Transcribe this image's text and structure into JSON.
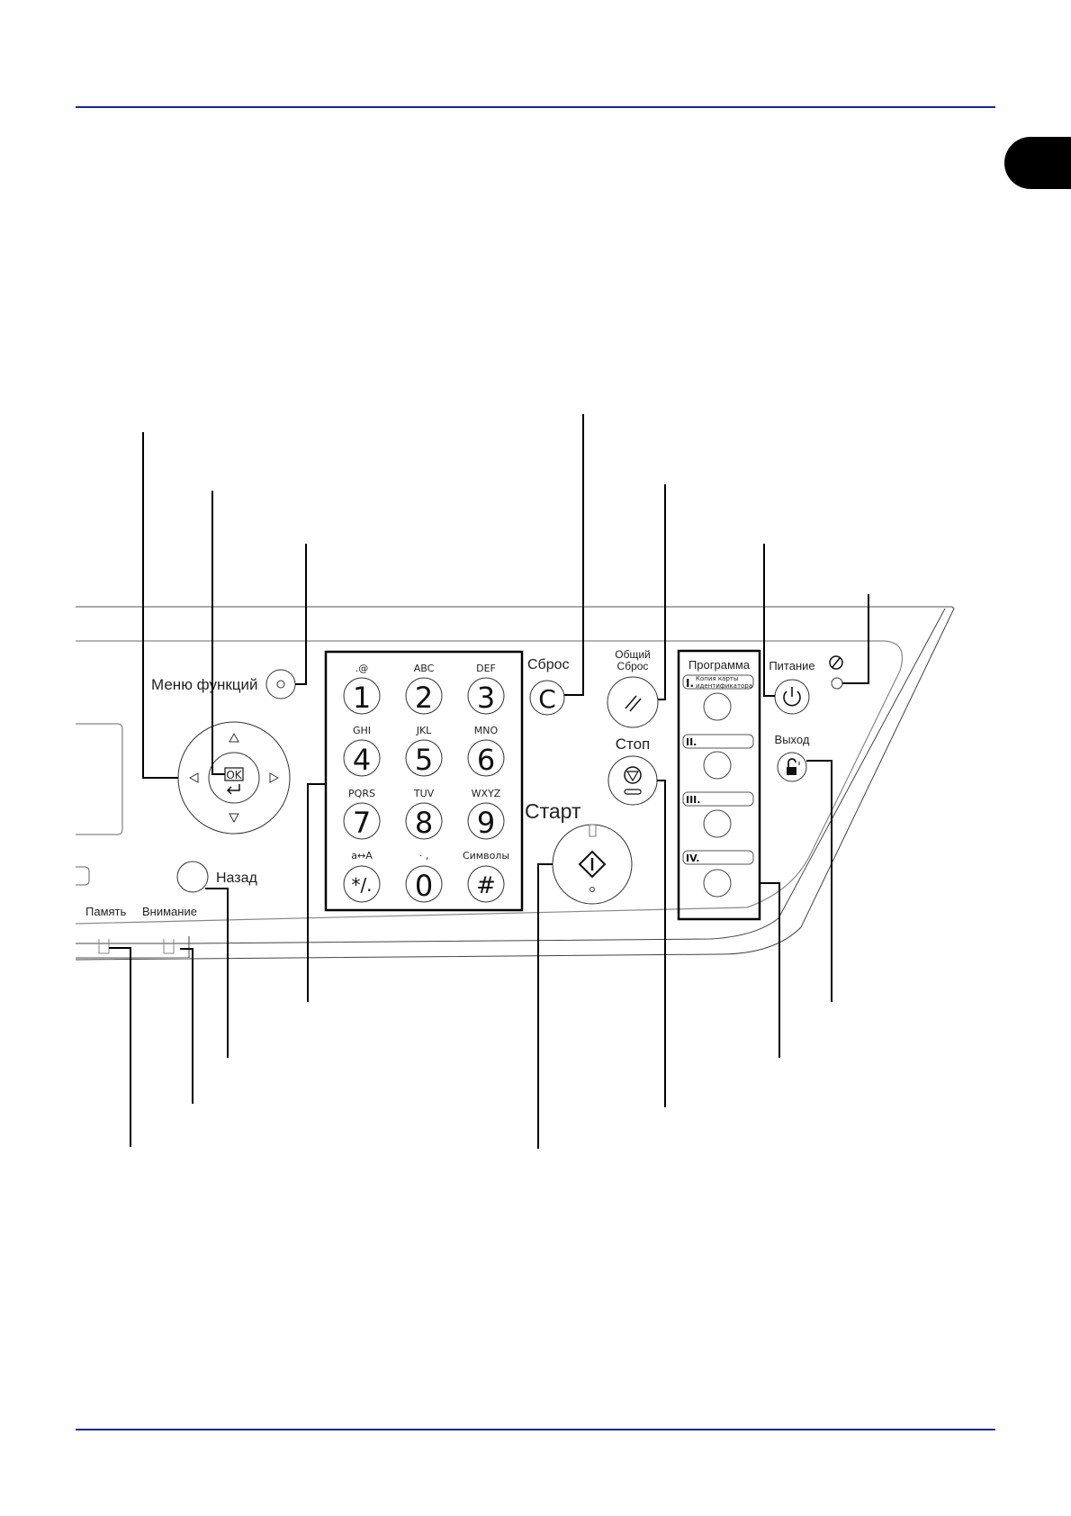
{
  "page": {
    "header_rule_color": "#1a2a8c",
    "footer_rule_color": "#1a2a8c",
    "chapter_tab_color": "#000000"
  },
  "panel": {
    "function_menu_label": "Меню функций",
    "back_label": "Назад",
    "memory_label": "Память",
    "attention_label": "Внимание",
    "nav_pad": {
      "ok_label": "OK",
      "arrows": [
        "up",
        "down",
        "left",
        "right"
      ]
    },
    "keypad": {
      "keys": [
        {
          "digit": "1",
          "letters": ".@"
        },
        {
          "digit": "2",
          "letters": "ABC"
        },
        {
          "digit": "3",
          "letters": "DEF"
        },
        {
          "digit": "4",
          "letters": "GHI"
        },
        {
          "digit": "5",
          "letters": "JKL"
        },
        {
          "digit": "6",
          "letters": "MNO"
        },
        {
          "digit": "7",
          "letters": "PQRS"
        },
        {
          "digit": "8",
          "letters": "TUV"
        },
        {
          "digit": "9",
          "letters": "WXYZ"
        },
        {
          "digit": "*/.",
          "letters": "a↔A"
        },
        {
          "digit": "0",
          "letters": "· ,"
        },
        {
          "digit": "#",
          "letters": "Символы"
        }
      ]
    },
    "reset_label": "Сброс",
    "reset_glyph": "C",
    "full_reset_label_line1": "Общий",
    "full_reset_label_line2": "Сброс",
    "stop_label": "Стоп",
    "start_label": "Старт",
    "program": {
      "title": "Программа",
      "slots": [
        {
          "numeral": "I.",
          "text_line1": "Копия карты",
          "text_line2": "идентификатора"
        },
        {
          "numeral": "II.",
          "text_line1": "",
          "text_line2": ""
        },
        {
          "numeral": "III.",
          "text_line1": "",
          "text_line2": ""
        },
        {
          "numeral": "IV.",
          "text_line1": "",
          "text_line2": ""
        }
      ]
    },
    "power_label": "Питание",
    "logout_label": "Выход"
  }
}
